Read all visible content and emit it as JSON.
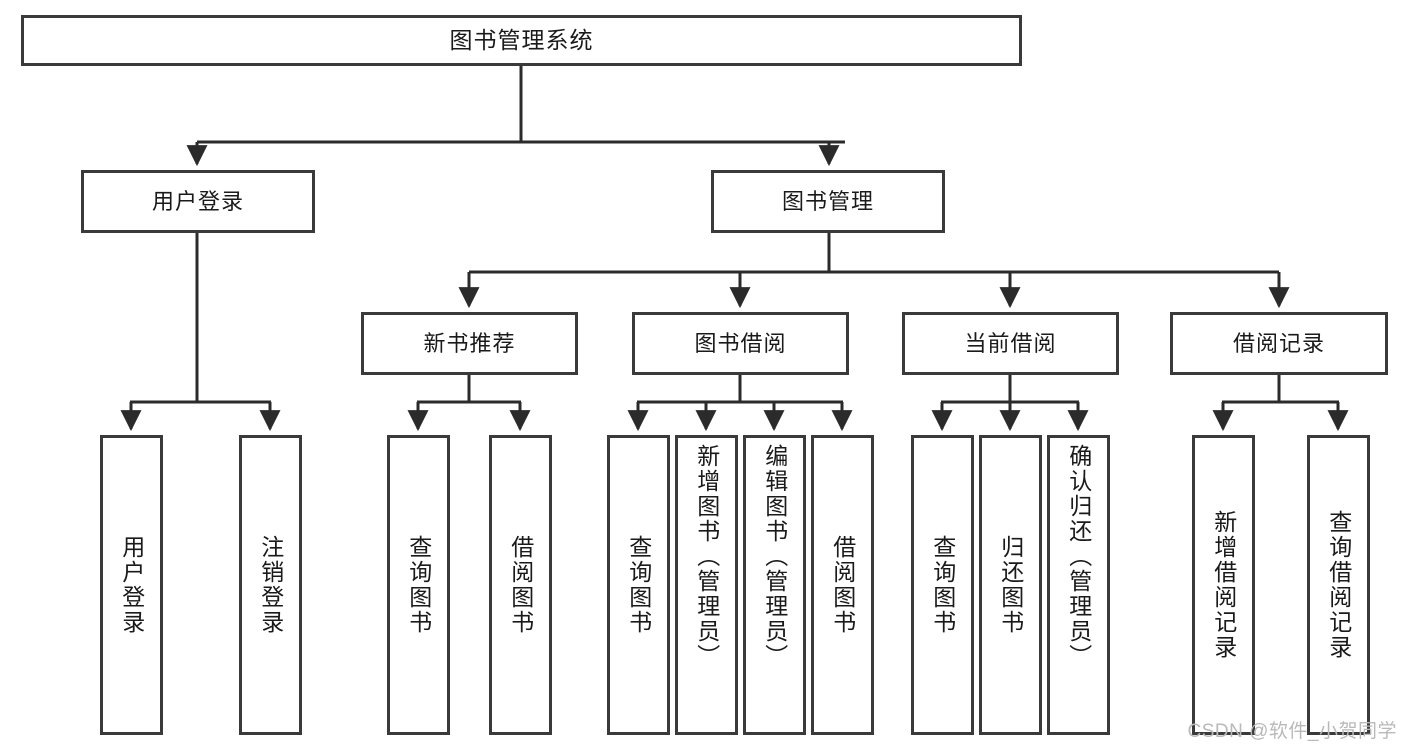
{
  "diagram": {
    "title": "图书管理系统",
    "type": "tree-hierarchy-diagram",
    "colors": {
      "box_stroke": "#3a3a3a",
      "box_fill": "#ffffff",
      "edge": "#2b2b2b",
      "text": "#1a1a1a",
      "watermark": "#b9b9b9"
    },
    "levels": {
      "level1": [
        {
          "id": "root",
          "label": "图书管理系统"
        }
      ],
      "level2": [
        {
          "id": "user-login",
          "label": "用户登录"
        },
        {
          "id": "book-manage",
          "label": "图书管理"
        }
      ],
      "level3": [
        {
          "id": "new-book-recommend",
          "label": "新书推荐"
        },
        {
          "id": "book-borrow",
          "label": "图书借阅"
        },
        {
          "id": "current-borrow",
          "label": "当前借阅"
        },
        {
          "id": "borrow-record",
          "label": "借阅记录"
        }
      ],
      "level4": [
        {
          "id": "leaf-user-login",
          "label": "用户登录",
          "parent": "user-login"
        },
        {
          "id": "leaf-logout",
          "label": "注销登录",
          "parent": "user-login"
        },
        {
          "id": "leaf-query-book-1",
          "label": "查询图书",
          "parent": "new-book-recommend"
        },
        {
          "id": "leaf-borrow-book-1",
          "label": "借阅图书",
          "parent": "new-book-recommend"
        },
        {
          "id": "leaf-query-book-2",
          "label": "查询图书",
          "parent": "book-borrow"
        },
        {
          "id": "leaf-add-book",
          "label": "新增图书（管理员）",
          "parent": "book-borrow"
        },
        {
          "id": "leaf-edit-book",
          "label": "编辑图书（管理员）",
          "parent": "book-borrow"
        },
        {
          "id": "leaf-borrow-book-2",
          "label": "借阅图书",
          "parent": "book-borrow"
        },
        {
          "id": "leaf-query-book-3",
          "label": "查询图书",
          "parent": "current-borrow"
        },
        {
          "id": "leaf-return-book",
          "label": "归还图书",
          "parent": "current-borrow"
        },
        {
          "id": "leaf-confirm-return",
          "label": "确认归还（管理员）",
          "parent": "current-borrow"
        },
        {
          "id": "leaf-add-record",
          "label": "新增借阅记录",
          "parent": "borrow-record"
        },
        {
          "id": "leaf-query-record",
          "label": "查询借阅记录",
          "parent": "borrow-record"
        }
      ]
    },
    "watermark": "CSDN @软件_小贺同学"
  }
}
